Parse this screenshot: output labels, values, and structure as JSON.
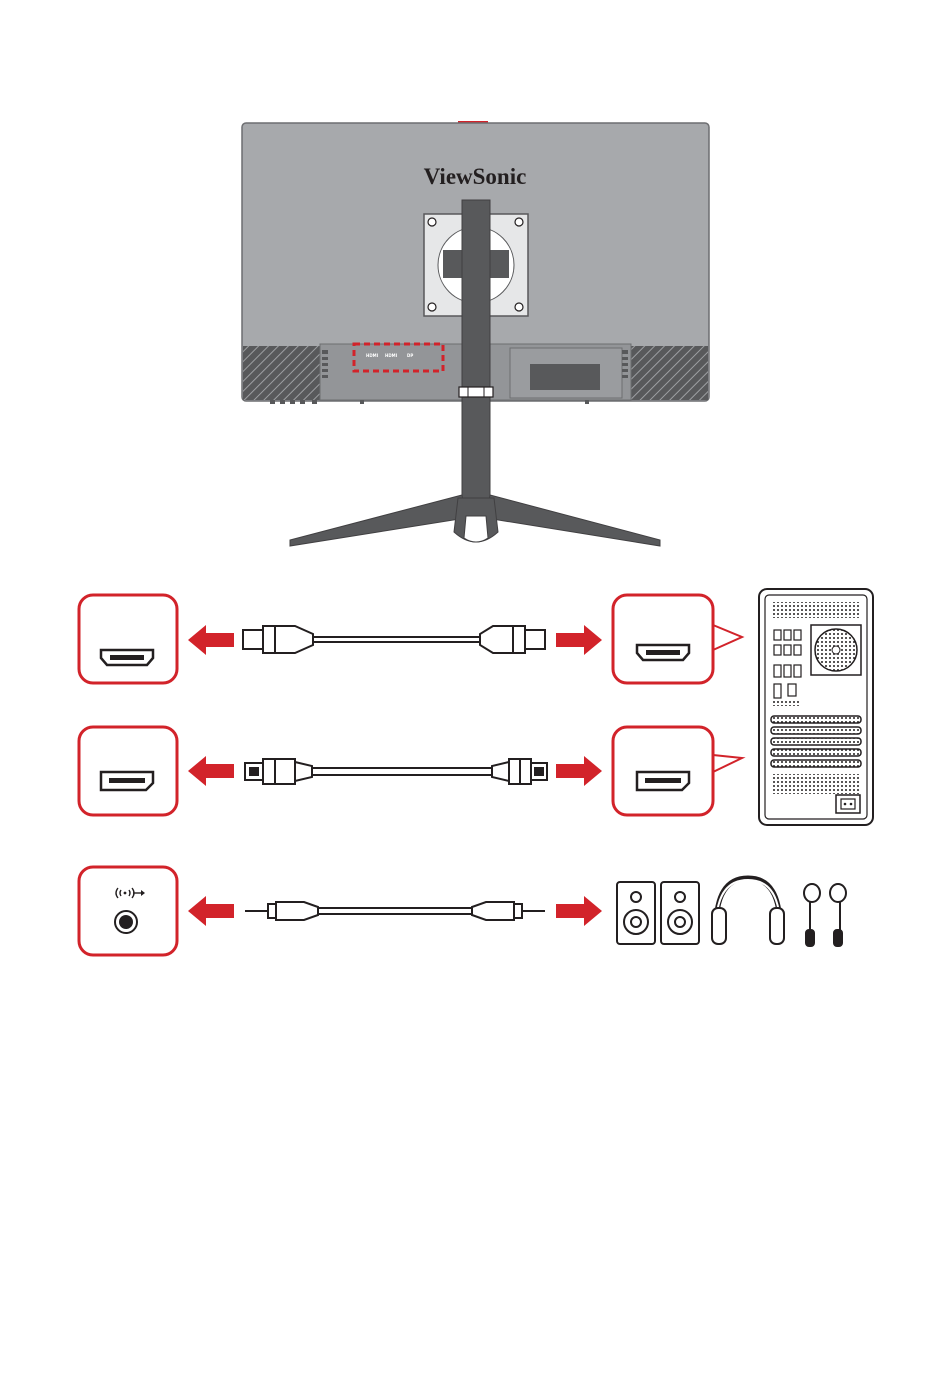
{
  "monitor": {
    "brand": "ViewSonic",
    "port_labels": [
      "",
      "HDMI",
      "HDMI",
      "DP",
      ""
    ]
  },
  "colors": {
    "accent_red": "#d2232a",
    "monitor_body": "#a7a9ac",
    "monitor_dark": "#58595b",
    "outline": "#231f20"
  },
  "icons": {
    "hdmi": "hdmi-port-icon",
    "displayport": "displayport-port-icon",
    "audio": "audio-out-port-icon",
    "pc": "desktop-pc-icon",
    "speakers": "speaker-icon",
    "headphones": "headphones-icon",
    "earphones": "earphones-icon"
  }
}
